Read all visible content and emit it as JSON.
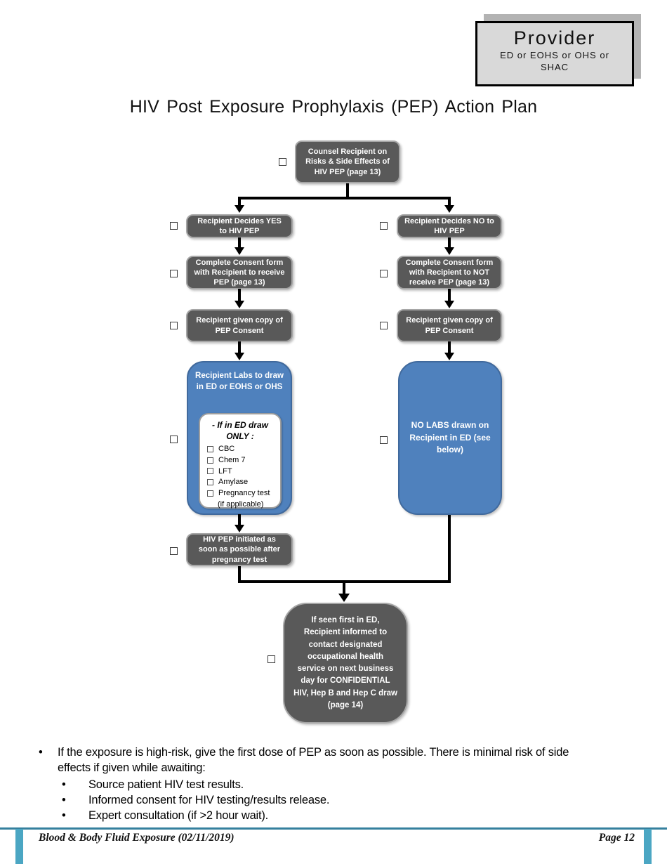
{
  "page": {
    "title": "HIV Post Exposure Prophylaxis (PEP) Action Plan"
  },
  "provider_box": {
    "title": "Provider",
    "subtitle_line1": "ED or EOHS or OHS or",
    "subtitle_line2": "SHAC"
  },
  "flowchart": {
    "counsel": "Counsel Recipient on Risks & Side Effects of HIV PEP (page 13)",
    "decide_yes": "Recipient Decides YES to HIV PEP",
    "decide_no": "Recipient Decides NO to HIV PEP",
    "consent_yes": "Complete Consent form with Recipient to receive PEP (page 13)",
    "consent_no": "Complete Consent form with Recipient to NOT receive PEP (page 13)",
    "copy_yes": "Recipient given copy of PEP Consent",
    "copy_no": "Recipient given copy of PEP Consent",
    "labs_title": "Recipient Labs to draw in ED or EOHS or OHS",
    "labs_heading_line1": "- If in ED draw",
    "labs_heading_line2": "ONLY :",
    "labs_items": [
      "CBC",
      "Chem 7",
      "LFT",
      "Amylase",
      "Pregnancy test"
    ],
    "labs_note": "(if applicable)",
    "no_labs": "NO LABS drawn on Recipient in ED (see below)",
    "pep_initiated": "HIV PEP initiated as soon as possible after pregnancy test",
    "final_note": "If seen first in ED, Recipient informed to  contact designated occupational health service on next business day for CONFIDENTIAL HIV, Hep B and Hep C draw (page 14)"
  },
  "notes": {
    "bullet_glyph": "•",
    "bullet1_line1": "If the exposure is high-risk, give the first dose of PEP as soon as possible.  There is minimal risk of side",
    "bullet1_line2": "effects if given while awaiting:",
    "sub_bullets": [
      "Source patient HIV  test results.",
      "Informed consent for HIV  testing/results release.",
      "Expert consultation (if >2 hour wait)."
    ]
  },
  "footer": {
    "left": "Blood & Body Fluid Exposure (02/11/2019)",
    "right": "Page 12"
  },
  "colors": {
    "box_dark": "#595959",
    "box_dark_border": "#a6a6a6",
    "box_blue": "#4f81bd",
    "accent_line": "#35809e",
    "accent_bar": "#4ba6c3",
    "provider_fill": "#d9d9d9",
    "provider_shadow": "#b3b3b3"
  }
}
